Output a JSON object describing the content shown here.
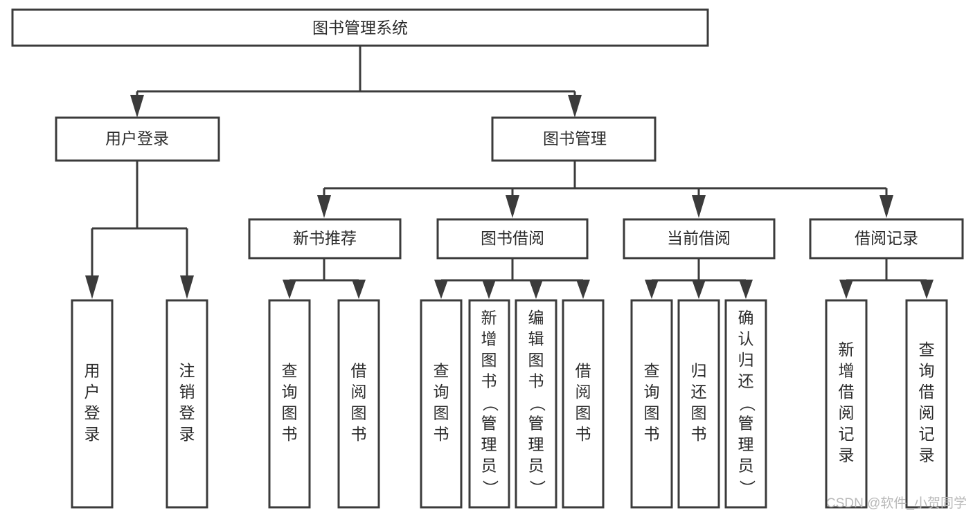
{
  "diagram": {
    "type": "tree-hierarchy",
    "title": "图书管理系统",
    "watermark": "CSDN @软件_小贺同学",
    "colors": {
      "stroke": "#3b3b3b",
      "box_fill": "#ffffff",
      "text": "#2b2b2b",
      "background": "#ffffff",
      "watermark": "#b9b9b9"
    },
    "root": {
      "label": "图书管理系统",
      "orientation": "horizontal"
    },
    "level2": [
      {
        "label": "用户登录",
        "orientation": "horizontal"
      },
      {
        "label": "图书管理",
        "orientation": "horizontal"
      }
    ],
    "level3": [
      {
        "label": "新书推荐",
        "orientation": "horizontal",
        "parent": "图书管理"
      },
      {
        "label": "图书借阅",
        "orientation": "horizontal",
        "parent": "图书管理"
      },
      {
        "label": "当前借阅",
        "orientation": "horizontal",
        "parent": "图书管理"
      },
      {
        "label": "借阅记录",
        "orientation": "horizontal",
        "parent": "图书管理"
      }
    ],
    "leaves": [
      {
        "label": "用户登录",
        "orientation": "vertical",
        "parent": "用户登录"
      },
      {
        "label": "注销登录",
        "orientation": "vertical",
        "parent": "用户登录"
      },
      {
        "label": "查询图书",
        "orientation": "vertical",
        "parent": "新书推荐"
      },
      {
        "label": "借阅图书",
        "orientation": "vertical",
        "parent": "新书推荐"
      },
      {
        "label": "查询图书",
        "orientation": "vertical",
        "parent": "图书借阅"
      },
      {
        "label": "新增图书（管理员）",
        "orientation": "vertical",
        "parent": "图书借阅"
      },
      {
        "label": "编辑图书（管理员）",
        "orientation": "vertical",
        "parent": "图书借阅"
      },
      {
        "label": "借阅图书",
        "orientation": "vertical",
        "parent": "图书借阅"
      },
      {
        "label": "查询图书",
        "orientation": "vertical",
        "parent": "当前借阅"
      },
      {
        "label": "归还图书",
        "orientation": "vertical",
        "parent": "当前借阅"
      },
      {
        "label": "确认归还（管理员）",
        "orientation": "vertical",
        "parent": "当前借阅"
      },
      {
        "label": "新增借阅记录",
        "orientation": "vertical",
        "parent": "借阅记录"
      },
      {
        "label": "查询借阅记录",
        "orientation": "vertical",
        "parent": "借阅记录"
      }
    ]
  }
}
